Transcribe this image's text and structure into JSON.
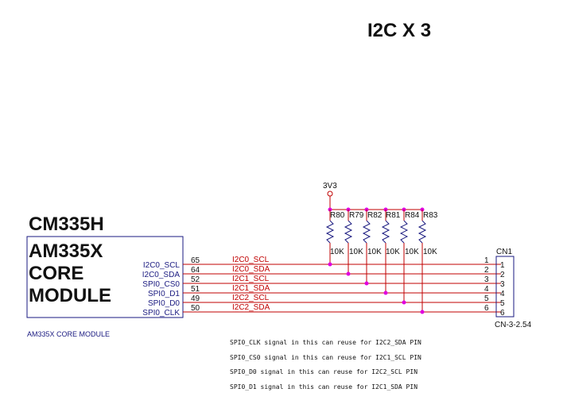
{
  "title": "I2C X 3",
  "module": {
    "header": "CM335H",
    "name_lines": [
      "AM335X",
      "CORE",
      "MODULE"
    ],
    "footer": "AM335X CORE MODULE"
  },
  "power": {
    "label": "3V3"
  },
  "pins": [
    {
      "name": "I2C0_SCL",
      "num": "65",
      "net": "I2C0_SCL",
      "cn": "1"
    },
    {
      "name": "I2C0_SDA",
      "num": "64",
      "net": "I2C0_SDA",
      "cn": "2"
    },
    {
      "name": "SPI0_CS0",
      "num": "52",
      "net": "I2C1_SCL",
      "cn": "3"
    },
    {
      "name": "SPI0_D1",
      "num": "51",
      "net": "I2C1_SDA",
      "cn": "4"
    },
    {
      "name": "SPI0_D0",
      "num": "49",
      "net": "I2C2_SCL",
      "cn": "5"
    },
    {
      "name": "SPI0_CLK",
      "num": "50",
      "net": "I2C2_SDA",
      "cn": "6"
    }
  ],
  "resistors": [
    {
      "ref": "R80",
      "value": "10K"
    },
    {
      "ref": "R79",
      "value": "10K"
    },
    {
      "ref": "R82",
      "value": "10K"
    },
    {
      "ref": "R81",
      "value": "10K"
    },
    {
      "ref": "R84",
      "value": "10K"
    },
    {
      "ref": "R83",
      "value": "10K"
    }
  ],
  "connector": {
    "ref": "CN1",
    "part": "CN-3-2.54",
    "pins": [
      "1",
      "2",
      "3",
      "4",
      "5",
      "6"
    ]
  },
  "notes": [
    "SPI0_CLK signal in this can reuse for I2C2_SDA PIN",
    "SPI0_CS0 signal in this can reuse for I2C1_SCL PIN",
    "SPI0_D0 signal in this can reuse for I2C2_SCL PIN",
    "SPI0_D1 signal in this can reuse for I2C1_SDA PIN"
  ],
  "colors": {
    "wire": "#c00000",
    "junction": "#e000e0",
    "component": "#1a1a80"
  }
}
